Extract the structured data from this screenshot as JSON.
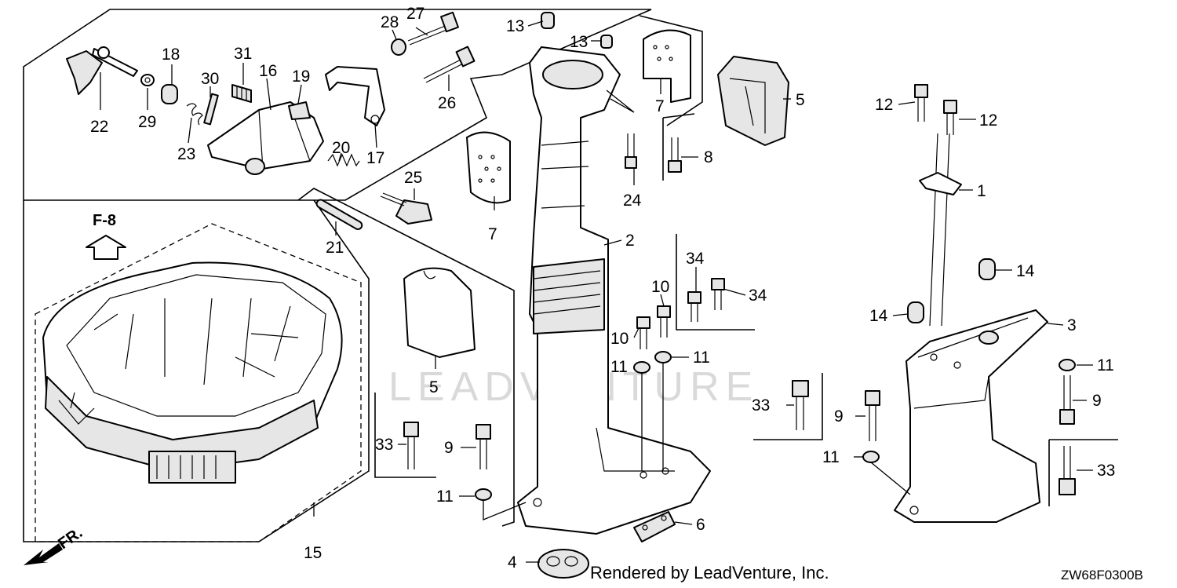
{
  "watermark": "LEADVENTURE",
  "credit": "Rendered by LeadVenture, Inc.",
  "diagram_code": "ZW68F0300B",
  "direction_labels": {
    "view_ref": "F-8",
    "front": "FR."
  },
  "callouts": {
    "c1": "1",
    "c2": "2",
    "c3": "3",
    "c4": "4",
    "c5a": "5",
    "c5b": "5",
    "c6": "6",
    "c7a": "7",
    "c7b": "7",
    "c8": "8",
    "c9a": "9",
    "c9b": "9",
    "c9c": "9",
    "c10a": "10",
    "c10b": "10",
    "c11a": "11",
    "c11b": "11",
    "c11c": "11",
    "c11d": "11",
    "c11e": "11",
    "c12a": "12",
    "c12b": "12",
    "c13a": "13",
    "c13b": "13",
    "c14a": "14",
    "c14b": "14",
    "c15": "15",
    "c16": "16",
    "c17": "17",
    "c18": "18",
    "c19": "19",
    "c20": "20",
    "c21": "21",
    "c22": "22",
    "c23": "23",
    "c24": "24",
    "c25": "25",
    "c26": "26",
    "c27": "27",
    "c28": "28",
    "c29": "29",
    "c30": "30",
    "c31": "31",
    "c33a": "33",
    "c33b": "33",
    "c33c": "33",
    "c34a": "34",
    "c34b": "34"
  }
}
